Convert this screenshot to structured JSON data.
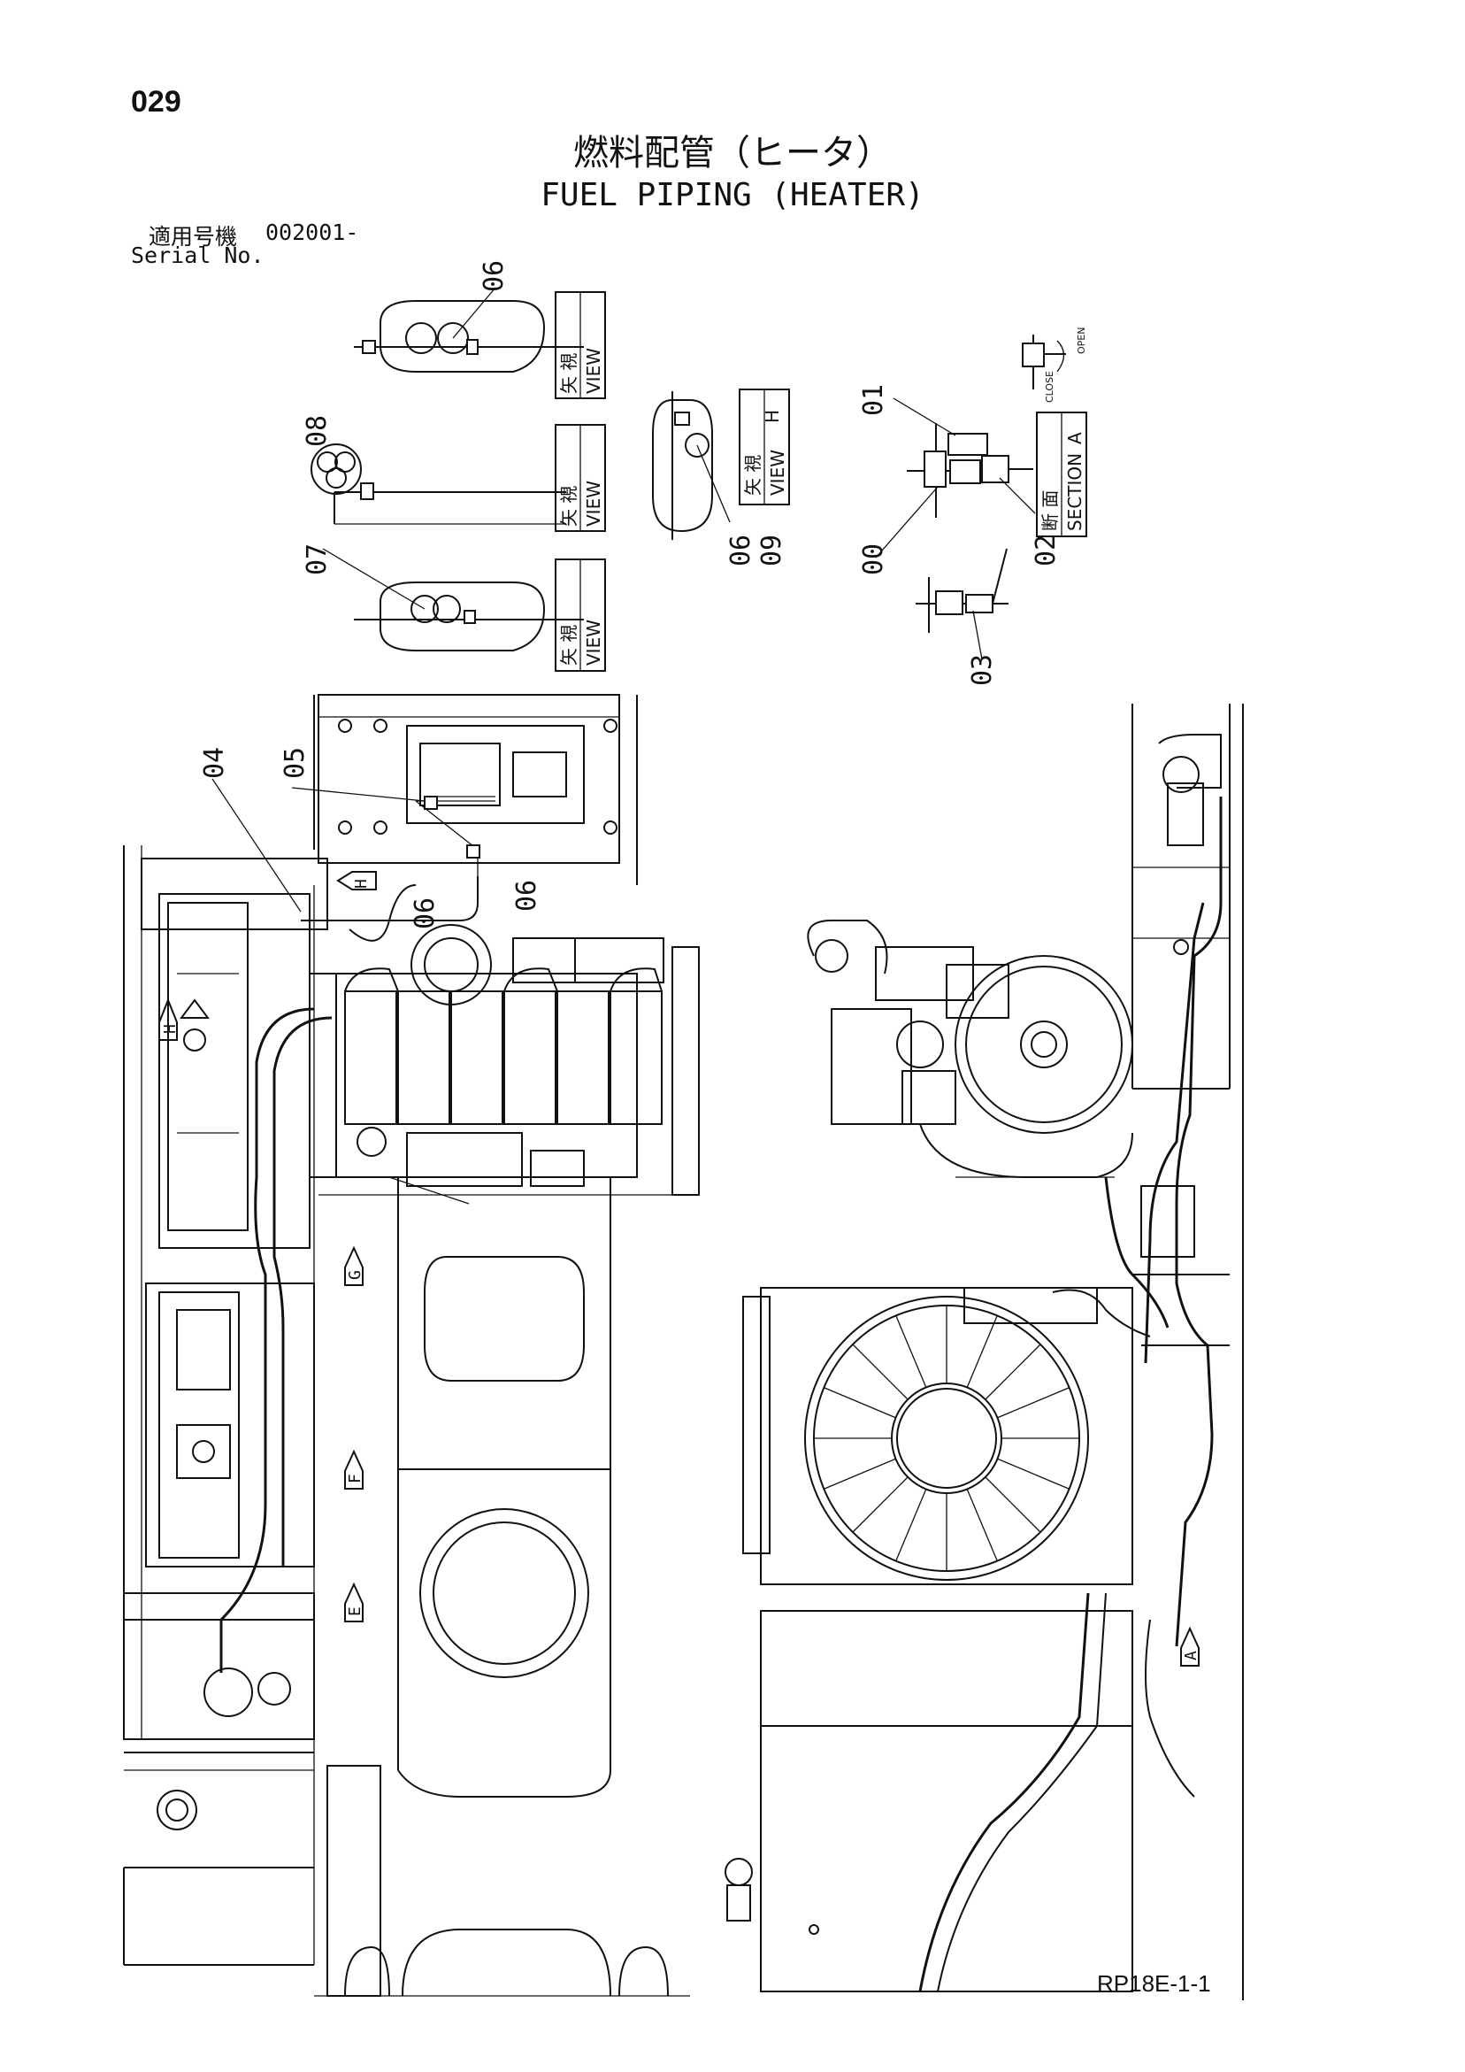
{
  "header": {
    "page_number": "029",
    "title_jp": "燃料配管（ヒータ）",
    "title_en": "FUEL PIPING (HEATER)",
    "serial_label_jp": "適用号機",
    "serial_value": "002001-",
    "serial_label_en": "Serial No."
  },
  "footer": {
    "drawing_code": "RP18E-1-1"
  },
  "views": {
    "view_jp": "矢 視",
    "view_en": "VIEW",
    "view_h_letter": "H",
    "section_jp": "断 面",
    "section_en": "SECTION",
    "section_letter": "A",
    "close_label": "CLOSE",
    "open_label": "OPEN"
  },
  "callouts": {
    "c00": "00",
    "c01": "01",
    "c02": "02",
    "c03": "03",
    "c04": "04",
    "c05": "05",
    "c06": "06",
    "c07": "07",
    "c08": "08",
    "c09": "09"
  },
  "direction_markers": {
    "H": "H",
    "G": "G",
    "F": "F",
    "E": "E",
    "A": "A"
  }
}
